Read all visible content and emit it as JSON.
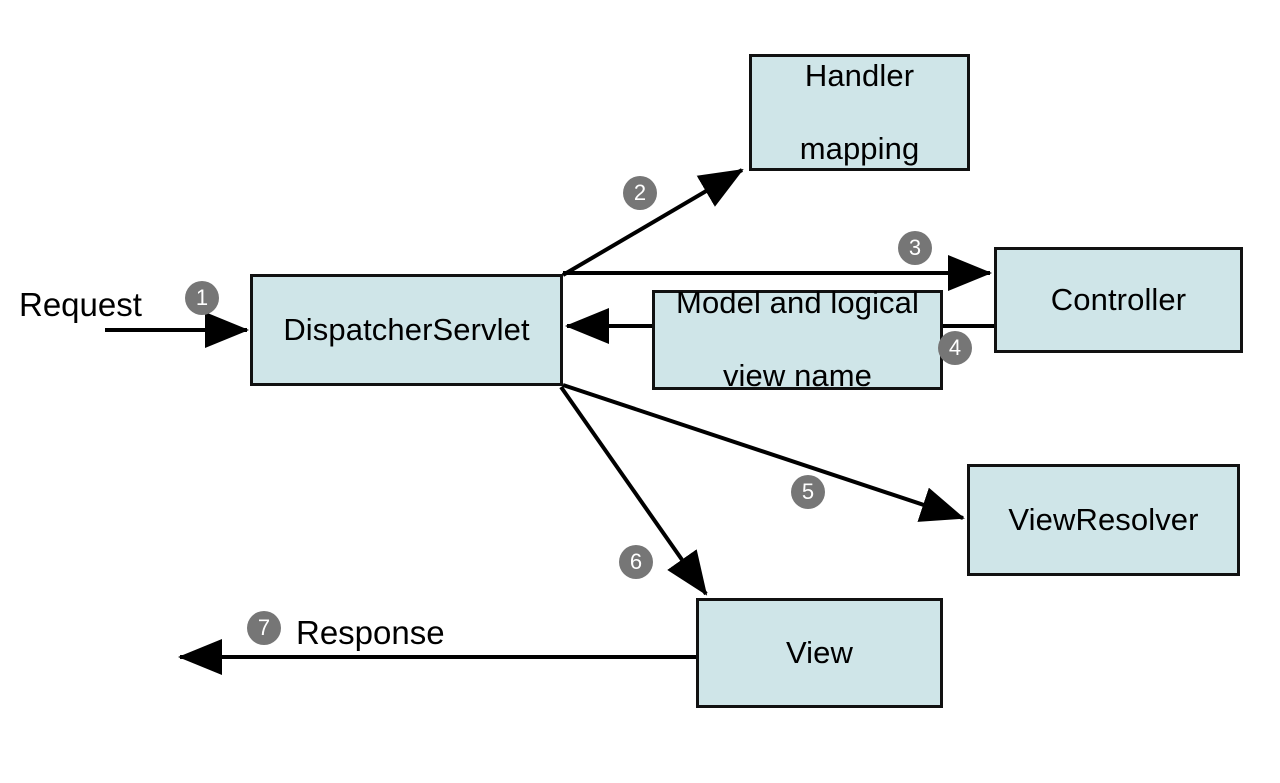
{
  "diagram": {
    "title": "Spring MVC request processing flow",
    "colors": {
      "node_fill": "#cfe5e8",
      "node_border": "#111111",
      "badge_fill": "#767676",
      "badge_text": "#ffffff",
      "line": "#000000",
      "background": "#ffffff"
    },
    "nodes": [
      {
        "id": "dispatcher-servlet",
        "label": "DispatcherServlet"
      },
      {
        "id": "handler-mapping",
        "label_line1": "Handler",
        "label_line2": "mapping"
      },
      {
        "id": "controller",
        "label": "Controller"
      },
      {
        "id": "model-and-view-name",
        "label_line1": "Model and logical",
        "label_line2": "view name"
      },
      {
        "id": "view-resolver",
        "label": "ViewResolver"
      },
      {
        "id": "view",
        "label": "View"
      }
    ],
    "edge_labels": [
      {
        "id": "request",
        "text": "Request"
      },
      {
        "id": "response",
        "text": "Response"
      }
    ],
    "step_badges": [
      {
        "id": "step-1",
        "number": "1"
      },
      {
        "id": "step-2",
        "number": "2"
      },
      {
        "id": "step-3",
        "number": "3"
      },
      {
        "id": "step-4",
        "number": "4"
      },
      {
        "id": "step-5",
        "number": "5"
      },
      {
        "id": "step-6",
        "number": "6"
      },
      {
        "id": "step-7",
        "number": "7"
      }
    ]
  }
}
